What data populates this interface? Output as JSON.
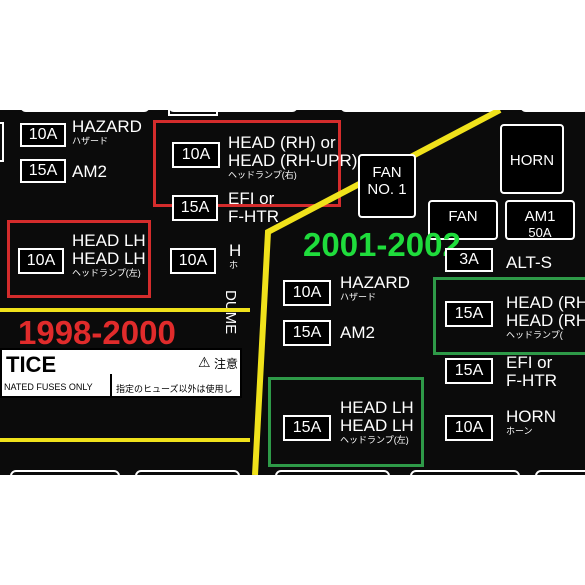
{
  "image": {
    "fuse_labels": {
      "hazard_old": "HAZARD",
      "hazard_old_jp": "ハザード",
      "am2_old": "AM2",
      "head_rh_l1": "HEAD (RH) or",
      "head_rh_l2": "HEAD (RH-UPR)",
      "head_rh_jp": "ヘッドランプ(右)",
      "efi_old_l1": "EFI or",
      "efi_old_l2": "F-HTR",
      "head_lh_old_l1": "HEAD LH",
      "head_lh_old_l2": "HEAD LH",
      "head_lh_old_jp": "ヘッドランプ(左)",
      "partial_h": "H",
      "partial_jp": "ホ",
      "hazard_new": "HAZARD",
      "hazard_new_jp": "ハザード",
      "am2_new": "AM2",
      "alt_s": "ALT-S",
      "head_rh_new_l1": "HEAD (RH)",
      "head_rh_new_l2": "HEAD (RH-",
      "head_rh_new_jp": "ヘッドランプ(",
      "efi_new_l1": "EFI or",
      "efi_new_l2": "F-HTR",
      "horn_label": "HORN",
      "horn_jp": "ホーン",
      "head_lh_new_l1": "HEAD LH",
      "head_lh_new_l2": "HEAD LH",
      "head_lh_new_jp": "ヘッドランプ(左)",
      "dume": "DUME"
    },
    "fuse_ratings": {
      "r10a": "10A",
      "r15a": "15A",
      "r3a": "3A"
    },
    "relay_boxes": {
      "horn": "HORN",
      "fan1_l1": "FAN",
      "fan1_l2": "NO. 1",
      "fan_top": "FAN",
      "am1_l1": "AM1",
      "am1_l2": "50A"
    },
    "era_labels": {
      "old": "1998-2000",
      "new": "2001-2002"
    },
    "notice": {
      "title": "TICE",
      "caution": "注意",
      "line_en": "NATED FUSES ONLY",
      "line_jp": "指定のヒューズ以外は使用し"
    },
    "colors": {
      "old_highlight": "#d42c2c",
      "new_highlight": "#2e9a48",
      "old_text": "#e02b2b",
      "new_text": "#1fdc3c",
      "divider": "#f0e21b"
    }
  }
}
